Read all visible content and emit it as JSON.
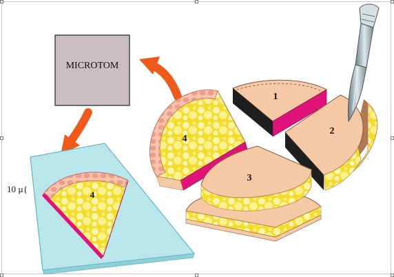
{
  "microtome_label": "MICROTOM",
  "piece_labels": {
    "p1": "1",
    "p2": "2",
    "p3": "3",
    "p4": "4",
    "slice": "4"
  },
  "thickness_label": "10 µ{",
  "colors": {
    "box_fill": "#c9bfc1",
    "box_stroke": "#3a3a3a",
    "slide": "#b9e6ea",
    "slide_edge": "#5fb6c2",
    "arrow": "#ef5a1a",
    "tissue_top": "#f5c9a6",
    "tissue_side": "#1f1f1f",
    "cut_face": "#e0137a",
    "fat_yellow": "#f3dc2a",
    "fat_light": "#fff7b8",
    "skin_pink": "#f0a890"
  },
  "icons": {
    "scalpel": "scalpel-icon"
  }
}
